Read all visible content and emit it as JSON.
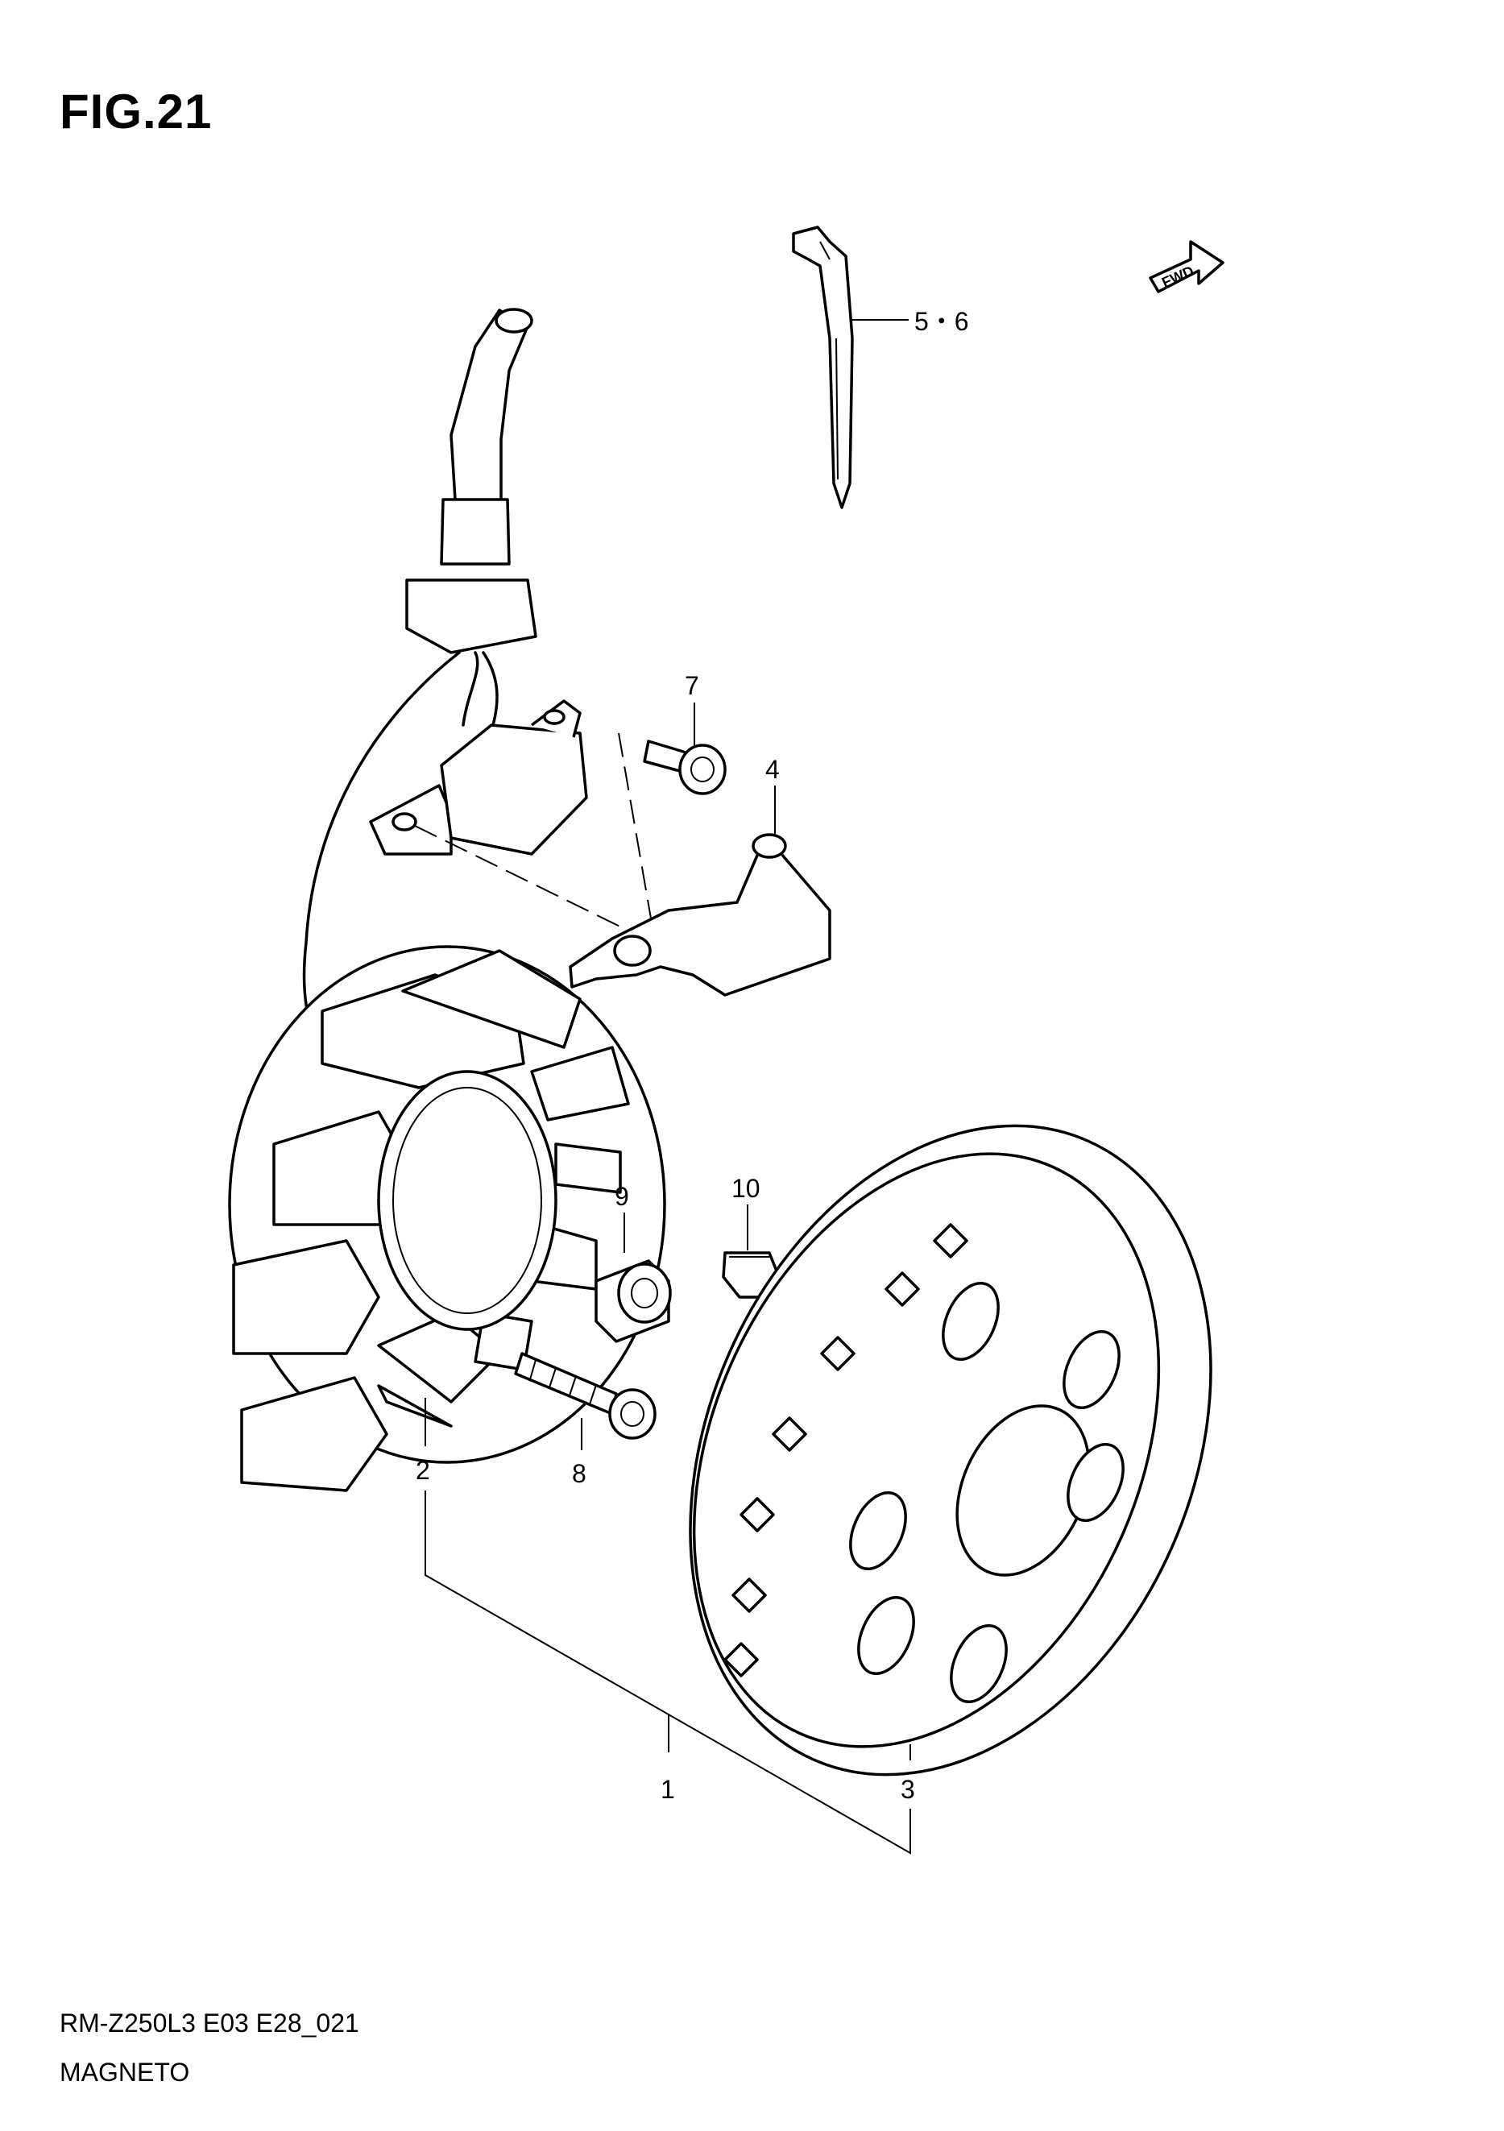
{
  "figure": {
    "title": "FIG.21"
  },
  "direction_badge": {
    "text": "FWD"
  },
  "callouts": [
    {
      "id": "1",
      "text": "1"
    },
    {
      "id": "2",
      "text": "2"
    },
    {
      "id": "3",
      "text": "3"
    },
    {
      "id": "4",
      "text": "4"
    },
    {
      "id": "5-6",
      "text": "5・6"
    },
    {
      "id": "7",
      "text": "7"
    },
    {
      "id": "8",
      "text": "8"
    },
    {
      "id": "9",
      "text": "9"
    },
    {
      "id": "10",
      "text": "10"
    }
  ],
  "footer": {
    "code": "RM-Z250L3  E03  E28_021",
    "name": "MAGNETO"
  }
}
